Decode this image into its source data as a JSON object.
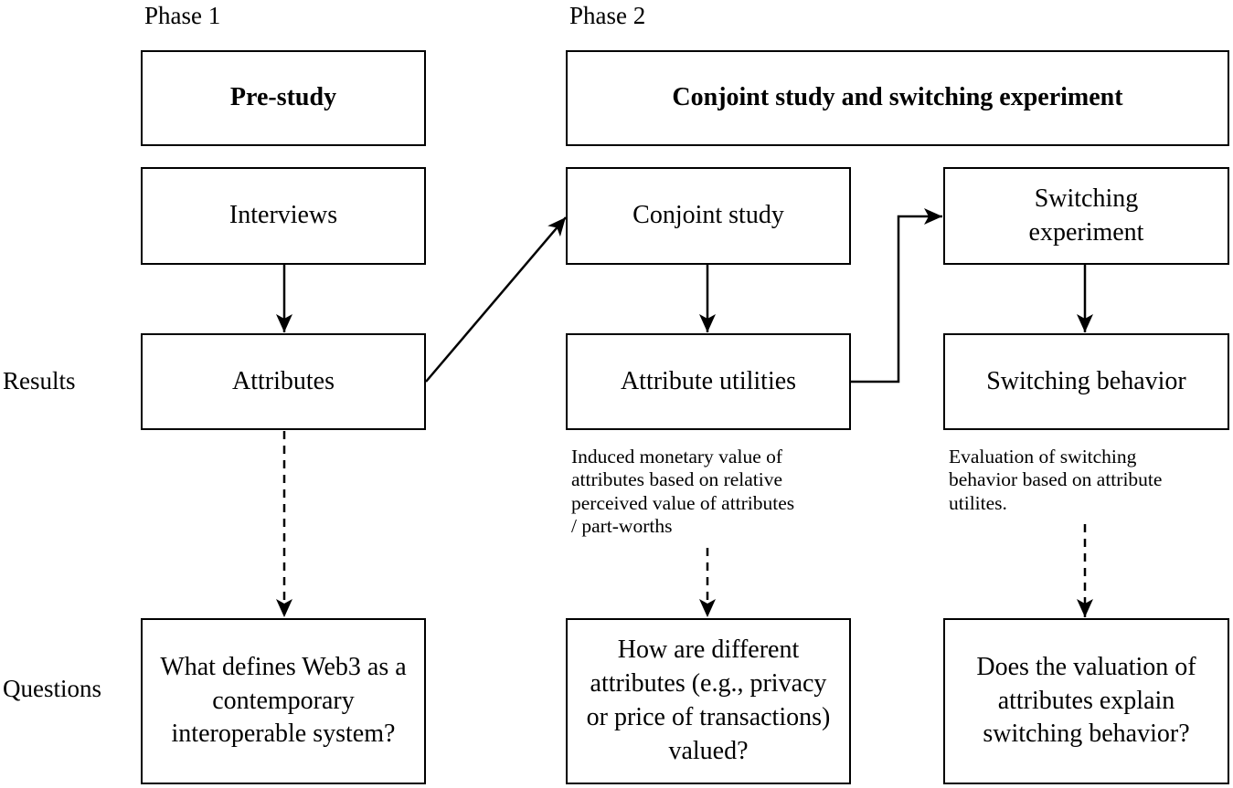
{
  "phase_labels": {
    "phase1": "Phase 1",
    "phase2": "Phase 2"
  },
  "row_labels": {
    "results": "Results",
    "questions": "Questions"
  },
  "headers": {
    "pre_study": "Pre-study",
    "conjoint_switching": "Conjoint study and switching experiment"
  },
  "methods": {
    "interviews": "Interviews",
    "conjoint_study": "Conjoint study",
    "switching_experiment_l1": "Switching",
    "switching_experiment_l2": "experiment"
  },
  "results": {
    "attributes": "Attributes",
    "attribute_utilities": "Attribute utilities",
    "switching_behavior": "Switching behavior"
  },
  "notes": {
    "utilities_l1": "Induced monetary value of",
    "utilities_l2": "attributes based on relative",
    "utilities_l3": "perceived value of attributes",
    "utilities_l4": "/ part-worths",
    "switching_l1": "Evaluation of switching",
    "switching_l2": "behavior based on attribute",
    "switching_l3": "utilites."
  },
  "questions": {
    "q1_l1": "What defines Web3 as a",
    "q1_l2": "contemporary",
    "q1_l3": "interoperable system?",
    "q2_l1": "How are different",
    "q2_l2": "attributes (e.g., privacy",
    "q2_l3": "or price of transactions)",
    "q2_l4": "valued?",
    "q3_l1": "Does the valuation of",
    "q3_l2": "attributes explain",
    "q3_l3": "switching behavior?"
  }
}
